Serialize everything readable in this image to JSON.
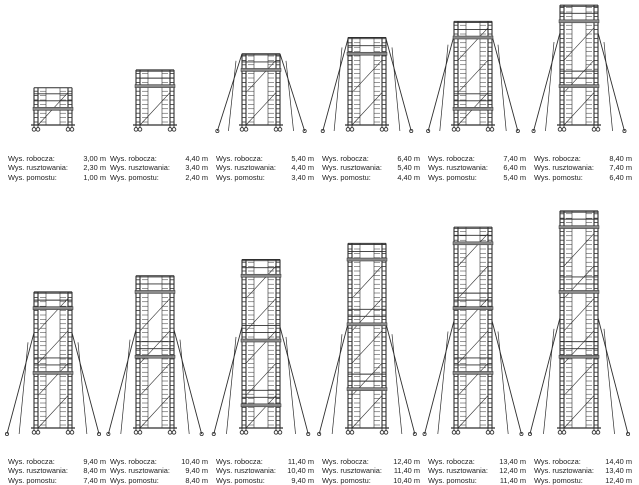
{
  "labels": {
    "working_height": "Wys. robocza:",
    "scaffold_height": "Wys. rusztowania:",
    "platform_height": "Wys. pomostu:"
  },
  "colors": {
    "frame": "#2f2f2f",
    "platform": "#8a8a8a",
    "text": "#222222"
  },
  "scaffolds": [
    {
      "id": "s1",
      "working": "3,00 m",
      "scaffold": "2,30 m",
      "platform": "1,00 m",
      "working_m": 3.0,
      "scaffold_m": 2.3,
      "platform_m": 1.0,
      "levels": [
        1.0
      ]
    },
    {
      "id": "s2",
      "working": "4,40 m",
      "scaffold": "3,40 m",
      "platform": "2,40 m",
      "working_m": 4.4,
      "scaffold_m": 3.4,
      "platform_m": 2.4,
      "levels": [
        2.4
      ]
    },
    {
      "id": "s3",
      "working": "5,40 m",
      "scaffold": "4,40 m",
      "platform": "3,40 m",
      "working_m": 5.4,
      "scaffold_m": 4.4,
      "platform_m": 3.4,
      "levels": [
        3.4
      ]
    },
    {
      "id": "s4",
      "working": "6,40 m",
      "scaffold": "5,40 m",
      "platform": "4,40 m",
      "working_m": 6.4,
      "scaffold_m": 5.4,
      "platform_m": 4.4,
      "levels": [
        4.4
      ]
    },
    {
      "id": "s5",
      "working": "7,40 m",
      "scaffold": "6,40 m",
      "platform": "5,40 m",
      "working_m": 7.4,
      "scaffold_m": 6.4,
      "platform_m": 5.4,
      "levels": [
        1.0,
        5.4
      ]
    },
    {
      "id": "s6",
      "working": "8,40 m",
      "scaffold": "7,40 m",
      "platform": "6,40 m",
      "working_m": 8.4,
      "scaffold_m": 7.4,
      "platform_m": 6.4,
      "levels": [
        2.4,
        6.4
      ]
    },
    {
      "id": "s7",
      "working": "9,40 m",
      "scaffold": "8,40 m",
      "platform": "7,40 m",
      "working_m": 9.4,
      "scaffold_m": 8.4,
      "platform_m": 7.4,
      "levels": [
        3.4,
        7.4
      ]
    },
    {
      "id": "s8",
      "working": "10,40 m",
      "scaffold": "9,40 m",
      "platform": "8,40 m",
      "working_m": 10.4,
      "scaffold_m": 9.4,
      "platform_m": 8.4,
      "levels": [
        4.4,
        8.4
      ]
    },
    {
      "id": "s9",
      "working": "11,40 m",
      "scaffold": "10,40 m",
      "platform": "9,40 m",
      "working_m": 11.4,
      "scaffold_m": 10.4,
      "platform_m": 9.4,
      "levels": [
        1.4,
        5.4,
        9.4
      ]
    },
    {
      "id": "s10",
      "working": "12,40 m",
      "scaffold": "11,40 m",
      "platform": "10,40 m",
      "working_m": 12.4,
      "scaffold_m": 11.4,
      "platform_m": 10.4,
      "levels": [
        2.4,
        6.4,
        10.4
      ]
    },
    {
      "id": "s11",
      "working": "13,40 m",
      "scaffold": "12,40 m",
      "platform": "11,40 m",
      "working_m": 13.4,
      "scaffold_m": 12.4,
      "platform_m": 11.4,
      "levels": [
        3.4,
        7.4,
        11.4
      ]
    },
    {
      "id": "s12",
      "working": "14,40 m",
      "scaffold": "13,40 m",
      "platform": "12,40 m",
      "working_m": 14.4,
      "scaffold_m": 13.4,
      "platform_m": 12.4,
      "levels": [
        4.4,
        8.4,
        12.4
      ]
    }
  ]
}
